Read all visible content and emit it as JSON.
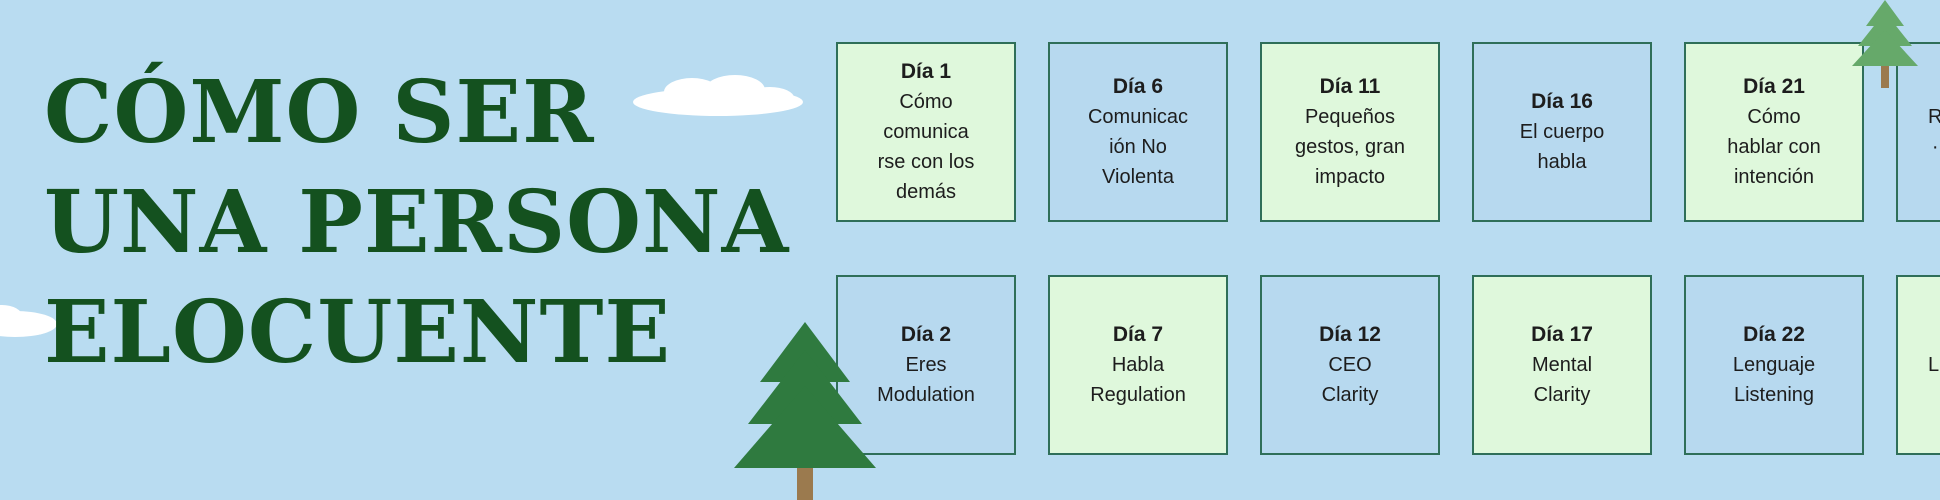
{
  "title": {
    "line1": "CÓMO SER",
    "line2": "UNA PERSONA",
    "line3": "ELOCUENTE"
  },
  "colors": {
    "background": "#b9dcf1",
    "title": "#14511f",
    "card_light": "#dff8dc",
    "card_blue": "#b7d9ef",
    "card_border": "#2f6f59",
    "tree": "#2f7a3f",
    "trunk": "#9b7a4e"
  },
  "cards": [
    {
      "day": "Día 1",
      "desc": "Cómo\ncomunica\nrse con los\ndemás",
      "style": "light"
    },
    {
      "day": "Día 6",
      "desc": "Comunicac\nión No\nViolenta",
      "style": "blue"
    },
    {
      "day": "Día 11",
      "desc": "Pequeños\ngestos, gran\nimpacto",
      "style": "light"
    },
    {
      "day": "Día 16",
      "desc": "El cuerpo\nhabla",
      "style": "blue"
    },
    {
      "day": "Día 21",
      "desc": "Cómo\nhablar con\nintención",
      "style": "light"
    },
    {
      "day": "",
      "desc": "R\n·",
      "style": "blue"
    },
    {
      "day": "Día 2",
      "desc": "Eres\nModulation",
      "style": "blue"
    },
    {
      "day": "Día 7",
      "desc": "Habla\nRegulation",
      "style": "light"
    },
    {
      "day": "Día 12",
      "desc": "CEO\nClarity",
      "style": "blue"
    },
    {
      "day": "Día 17",
      "desc": "Mental\nClarity",
      "style": "light"
    },
    {
      "day": "Día 22",
      "desc": "Lenguaje\nListening",
      "style": "blue"
    },
    {
      "day": "",
      "desc": "L",
      "style": "light"
    }
  ]
}
